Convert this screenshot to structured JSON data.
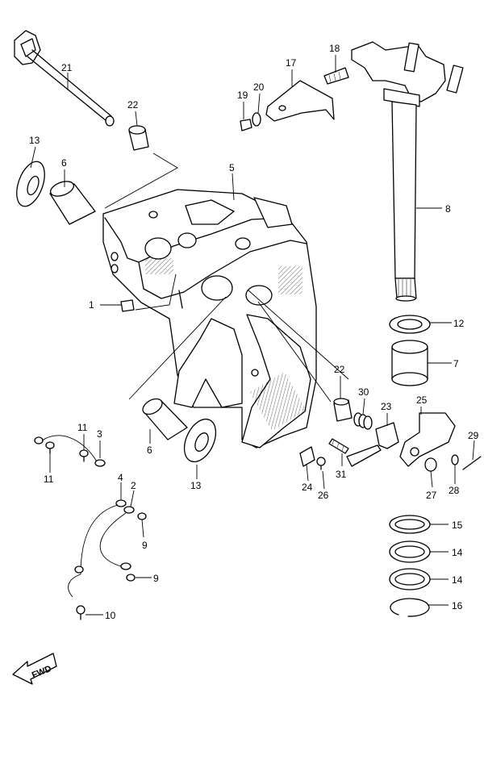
{
  "callouts": {
    "c1": "1",
    "c2": "2",
    "c3": "3",
    "c4": "4",
    "c5": "5",
    "c6a": "6",
    "c6b": "6",
    "c7": "7",
    "c8": "8",
    "c9a": "9",
    "c9b": "9",
    "c10": "10",
    "c11a": "11",
    "c11b": "11",
    "c12": "12",
    "c13a": "13",
    "c13b": "13",
    "c14a": "14",
    "c14b": "14",
    "c15": "15",
    "c16": "16",
    "c17": "17",
    "c18": "18",
    "c19": "19",
    "c20": "20",
    "c21": "21",
    "c22a": "22",
    "c22b": "22",
    "c23": "23",
    "c24": "24",
    "c25": "25",
    "c26": "26",
    "c27": "27",
    "c28": "28",
    "c29": "29",
    "c30": "30",
    "c31": "31"
  },
  "direction_badge": "FWD"
}
